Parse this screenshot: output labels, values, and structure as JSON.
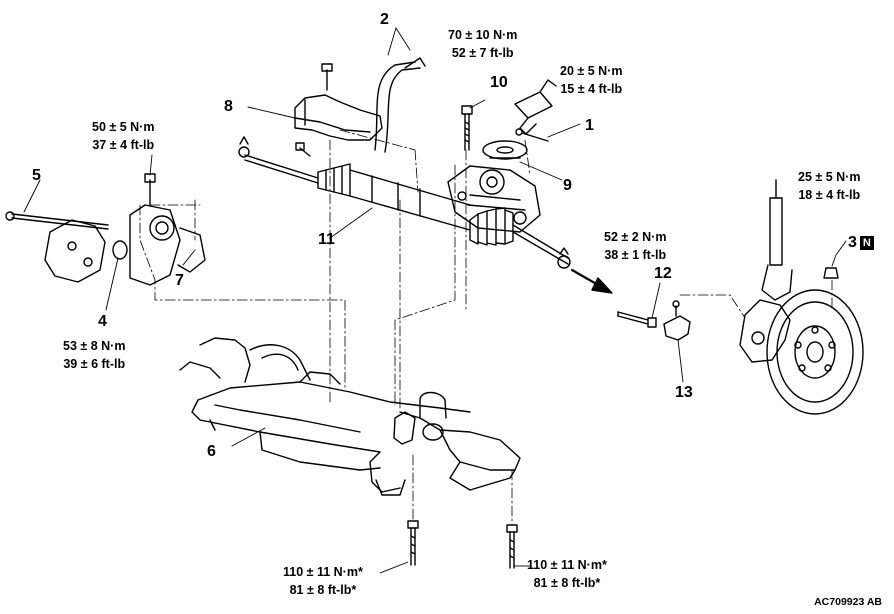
{
  "callouts": {
    "c1": "1",
    "c2": "2",
    "c3": "3",
    "c3_badge": "N",
    "c4": "4",
    "c5": "5",
    "c6": "6",
    "c7": "7",
    "c8": "8",
    "c9": "9",
    "c10": "10",
    "c11": "11",
    "c12": "12",
    "c13": "13"
  },
  "torques": {
    "t_part10": {
      "metric": "70 ± 10 N·m",
      "imperial": "52 ± 7 ft-lb"
    },
    "t_part1": {
      "metric": "20 ± 5 N·m",
      "imperial": "15 ± 4 ft-lb"
    },
    "t_part5_bracket": {
      "metric": "50 ± 5 N·m",
      "imperial": "37 ± 4 ft-lb"
    },
    "t_part3": {
      "metric": "25 ± 5 N·m",
      "imperial": "18 ± 4 ft-lb"
    },
    "t_part12": {
      "metric": "52 ± 2 N·m",
      "imperial": "38 ± 1 ft-lb"
    },
    "t_part4": {
      "metric": "53 ± 8 N·m",
      "imperial": "39 ± 6 ft-lb"
    },
    "t_crossmember_left": {
      "metric": "110 ± 11 N·m*",
      "imperial": "81 ± 8 ft-lb*"
    },
    "t_crossmember_right": {
      "metric": "110 ± 11 N·m*",
      "imperial": "81 ± 8 ft-lb*"
    }
  },
  "figure_id": "AC709923 AB"
}
